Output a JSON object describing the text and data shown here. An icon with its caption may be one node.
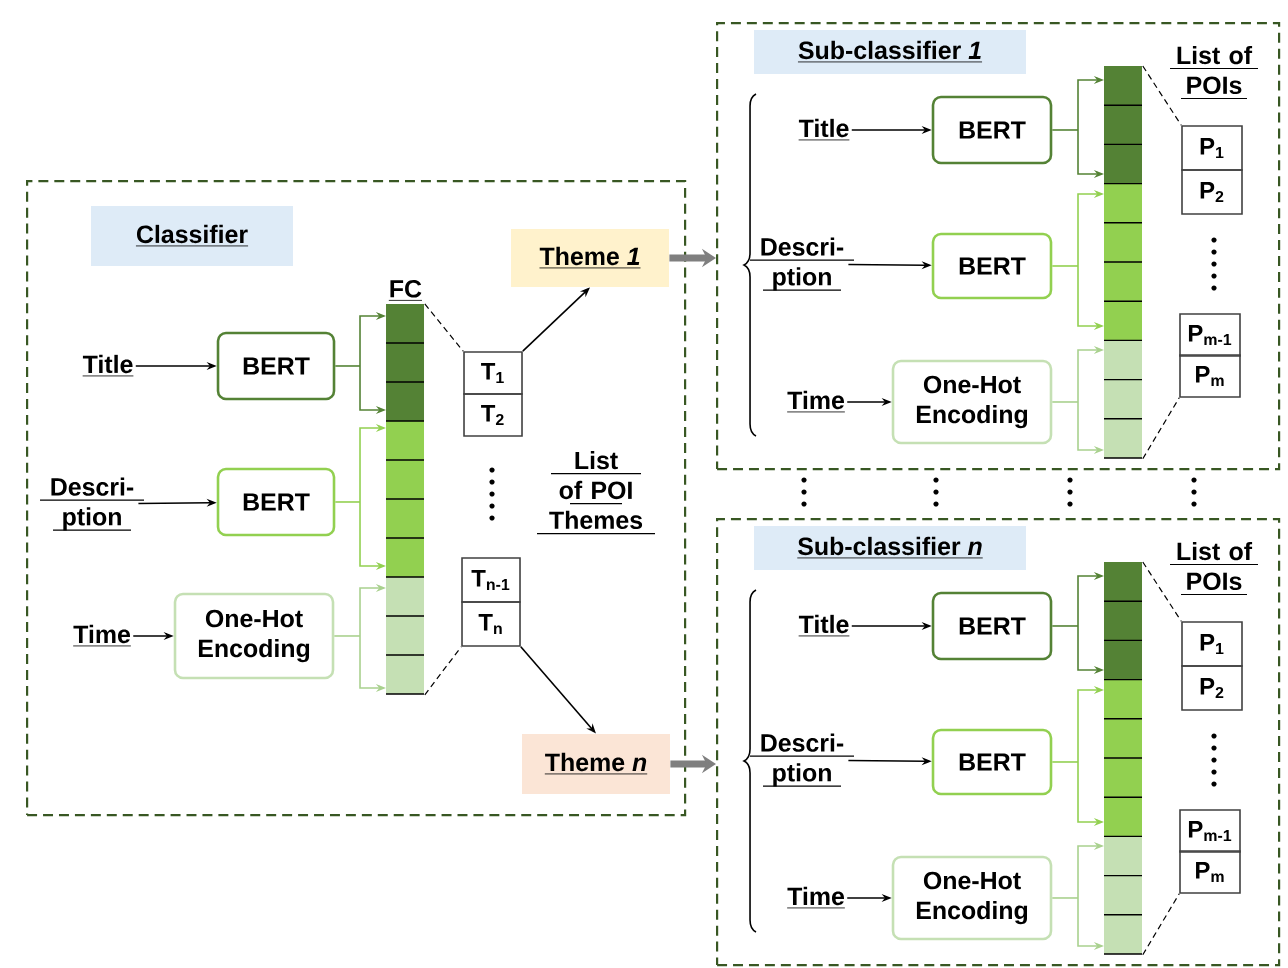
{
  "diagram": {
    "nodes": [
      {
        "text": [],
        "shape": "box"
      },
      {
        "text": [
          "Classifier"
        ],
        "in": 0
      },
      {
        "text": [
          "Title"
        ],
        "in": 0
      },
      {
        "text": [
          "BERT"
        ],
        "in": 0
      },
      {
        "text": [
          "Descri- ption"
        ],
        "in": 0
      },
      {
        "text": [
          "BERT"
        ],
        "in": 0
      },
      {
        "text": [
          "Time"
        ],
        "in": 0
      },
      {
        "text": [
          "One-Hot Encoding"
        ],
        "in": 0
      },
      {
        "text": [
          "FC"
        ],
        "in": 0
      },
      {
        "text": [
          "T$_{1}$"
        ],
        "in": 0
      },
      {
        "text": [
          "T$_{2}$"
        ],
        "in": 0
      },
      {
        "text": [
          "T$_{n-1}$"
        ],
        "in": 0
      },
      {
        "text": [
          "T$_{n}$"
        ],
        "in": 0
      },
      {
        "text": [
          "Theme *1*"
        ],
        "in": 0
      },
      {
        "text": [
          "Theme *n*"
        ],
        "in": 0
      },
      {
        "text": [],
        "shape": "box"
      },
      {
        "text": [
          "Sub-classifier *1*"
        ],
        "in": 15
      },
      {
        "text": [
          "Title"
        ],
        "in": 15
      },
      {
        "text": [
          "BERT"
        ],
        "in": 15
      },
      {
        "text": [
          "Descri- ption"
        ],
        "in": 15
      },
      {
        "text": [
          "BERT"
        ],
        "in": 15
      },
      {
        "text": [
          "Time"
        ],
        "in": 15
      },
      {
        "text": [
          "One-Hot Encoding"
        ],
        "in": 15
      },
      {
        "text": [],
        "shape": "bar",
        "in": 15
      },
      {
        "text": [
          "P$_{1}$"
        ],
        "in": 15
      },
      {
        "text": [
          "P$_{2}$"
        ],
        "in": 15
      },
      {
        "text": [
          "P$_{m-1}$"
        ],
        "in": 15
      },
      {
        "text": [
          "P$_{m}$"
        ],
        "in": 15
      },
      {
        "text": [],
        "shape": "box"
      },
      {
        "text": [
          "Sub-classifier *n*"
        ],
        "in": 28
      },
      {
        "text": [
          "Title"
        ],
        "in": 28
      },
      {
        "text": [
          "BERT"
        ],
        "in": 28
      },
      {
        "text": [
          "Descri- ption"
        ],
        "in": 28
      },
      {
        "text": [
          "BERT"
        ],
        "in": 28
      },
      {
        "text": [
          "Time"
        ],
        "in": 28
      },
      {
        "text": [
          "One-Hot Encoding"
        ],
        "in": 28
      },
      {
        "text": [],
        "shape": "bar",
        "in": 28
      },
      {
        "text": [
          "P$_{1}$"
        ],
        "in": 28
      },
      {
        "text": [
          "P$_{2}$"
        ],
        "in": 28
      },
      {
        "text": [
          "P$_{m-1}$"
        ],
        "in": 28
      },
      {
        "text": [
          "P$_{m}$"
        ],
        "in": 28
      }
    ],
    "edges": [
      {
        "from": 2,
        "to": 3,
        "arrow": "to"
      },
      {
        "from": 4,
        "to": 5,
        "arrow": "to"
      },
      {
        "from": 6,
        "to": 7,
        "arrow": "to"
      },
      {
        "from": 3,
        "to": 8,
        "arrow": "to",
        "color": "#548235"
      },
      {
        "from": 5,
        "to": 8,
        "arrow": "to",
        "color": "#92d050"
      },
      {
        "from": 7,
        "to": 8,
        "arrow": "to",
        "color": "#a9d18e"
      },
      {
        "from": 8,
        "to": 9,
        "arrow": "none",
        "style": "dashed"
      },
      {
        "from": 8,
        "to": 12,
        "arrow": "none",
        "style": "dashed"
      },
      {
        "from": 9,
        "to": 13,
        "arrow": "to"
      },
      {
        "from": 12,
        "to": 14,
        "arrow": "to"
      },
      {
        "from": 13,
        "to": 15,
        "arrow": "to",
        "style": "thick",
        "color": "#7f7f7f"
      },
      {
        "from": 14,
        "to": 28,
        "arrow": "to",
        "style": "thick",
        "color": "#7f7f7f"
      },
      {
        "from": 17,
        "to": 18,
        "arrow": "to"
      },
      {
        "from": 19,
        "to": 20,
        "arrow": "to"
      },
      {
        "from": 21,
        "to": 22,
        "arrow": "to"
      },
      {
        "from": 18,
        "to": 23,
        "arrow": "to",
        "color": "#548235"
      },
      {
        "from": 20,
        "to": 23,
        "arrow": "to",
        "color": "#92d050"
      },
      {
        "from": 22,
        "to": 23,
        "arrow": "to",
        "color": "#a9d18e"
      },
      {
        "from": 23,
        "to": 24,
        "arrow": "none",
        "style": "dashed"
      },
      {
        "from": 23,
        "to": 27,
        "arrow": "none",
        "style": "dashed"
      },
      {
        "from": 30,
        "to": 31,
        "arrow": "to"
      },
      {
        "from": 32,
        "to": 33,
        "arrow": "to"
      },
      {
        "from": 34,
        "to": 35,
        "arrow": "to"
      },
      {
        "from": 31,
        "to": 36,
        "arrow": "to",
        "color": "#548235"
      },
      {
        "from": 33,
        "to": 36,
        "arrow": "to",
        "color": "#92d050"
      },
      {
        "from": 35,
        "to": 36,
        "arrow": "to",
        "color": "#a9d18e"
      },
      {
        "from": 36,
        "to": 37,
        "arrow": "none",
        "style": "dashed"
      },
      {
        "from": 36,
        "to": 40,
        "arrow": "none",
        "style": "dashed"
      }
    ],
    "labels": [
      "List of POI Themes",
      "List of POIs",
      "List of POIs"
    ]
  }
}
